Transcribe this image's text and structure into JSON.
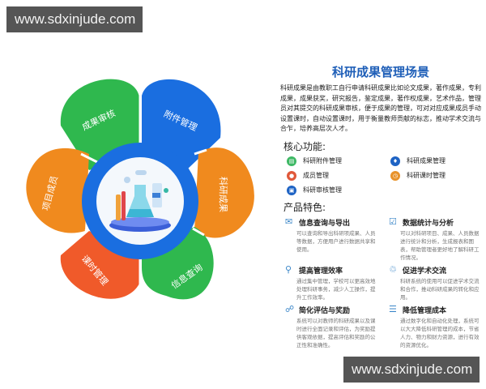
{
  "watermarks": {
    "top": "www.sdxinjude.com",
    "bottom": "www.sdxinjude.com"
  },
  "colors": {
    "blue": "#1a6ee0",
    "green": "#2fb84e",
    "orange": "#f08a1e",
    "red": "#f05a2a",
    "title": "#1f5fb8"
  },
  "flower": {
    "petals": [
      {
        "label": "成果审核",
        "color": "#2fb84e"
      },
      {
        "label": "附件管理",
        "color": "#1a6ee0"
      },
      {
        "label": "科研成果",
        "color": "#f08a1e"
      },
      {
        "label": "信息查询",
        "color": "#2fb84e"
      },
      {
        "label": "课时管理",
        "color": "#f05a2a"
      },
      {
        "label": "项目成员",
        "color": "#f08a1e"
      }
    ],
    "center_image": "lab-flask-illustration"
  },
  "panel": {
    "title": "科研成果管理场景",
    "intro": "科研成果是由教职工自行申请科研成果比如论文成果，著作成果，专利成果，成果获奖，研究报告，鉴定成果，著作权成果，艺术作品，管理员对其提交的科研成果审核，便于成果的管理，可对对应成果成员手动设置课时，自动设置课时，用于衡量教师贡献的标志，推动学术交流与合乍，培养高层次人才。",
    "core_heading": "核心功能:",
    "core_items": [
      {
        "label": "科研附件管理",
        "icon": "document-icon",
        "color": "#3db864"
      },
      {
        "label": "科研成果管理",
        "icon": "lightbulb-icon",
        "color": "#1e63c4"
      },
      {
        "label": "成员管理",
        "icon": "user-icon",
        "color": "#e0583a"
      },
      {
        "label": "科研课时管理",
        "icon": "clock-icon",
        "color": "#e8922a"
      },
      {
        "label": "科研审核管理",
        "icon": "review-icon",
        "color": "#1e63c4"
      }
    ],
    "features_heading": "产品特色:",
    "features": [
      {
        "title": "信息查询与导出",
        "icon": "mail-icon",
        "glyph": "✉",
        "desc": "可以查询和导出科研项成果、人员等数据，方便用户进行数据共享和使用。"
      },
      {
        "title": "数据统计与分析",
        "icon": "chart-icon",
        "glyph": "☑",
        "desc": "可以对科研项目、成果、人员数据进行统计和分析，生成报表和图表，帮助管理者更好地了解科研工作情况。"
      },
      {
        "title": "提高管理效率",
        "icon": "person-chart-icon",
        "glyph": "⚲",
        "desc": "通过集中管理，学校可以更高效地处理科研事务，减少人工操作，提升工作效率。"
      },
      {
        "title": "促进学术交流",
        "icon": "exchange-icon",
        "glyph": "♲",
        "desc": "科研系统的使用可以促进学术交流和合作，推动科研成果的转化和应用。"
      },
      {
        "title": "简化评估与奖励",
        "icon": "hierarchy-icon",
        "glyph": "☍",
        "desc": "系统可以对教师的科研成果以及课时进行全面记录和评估，为奖励提供客观依据，提高评估和奖励的公正性和准确性。"
      },
      {
        "title": "降低管理成本",
        "icon": "database-icon",
        "glyph": "☰",
        "desc": "通过数字化和自动化处理，系统可以大大降低科研管理的成本，节省人力、物力和财力资源，进行有效的资源优化。"
      }
    ]
  }
}
